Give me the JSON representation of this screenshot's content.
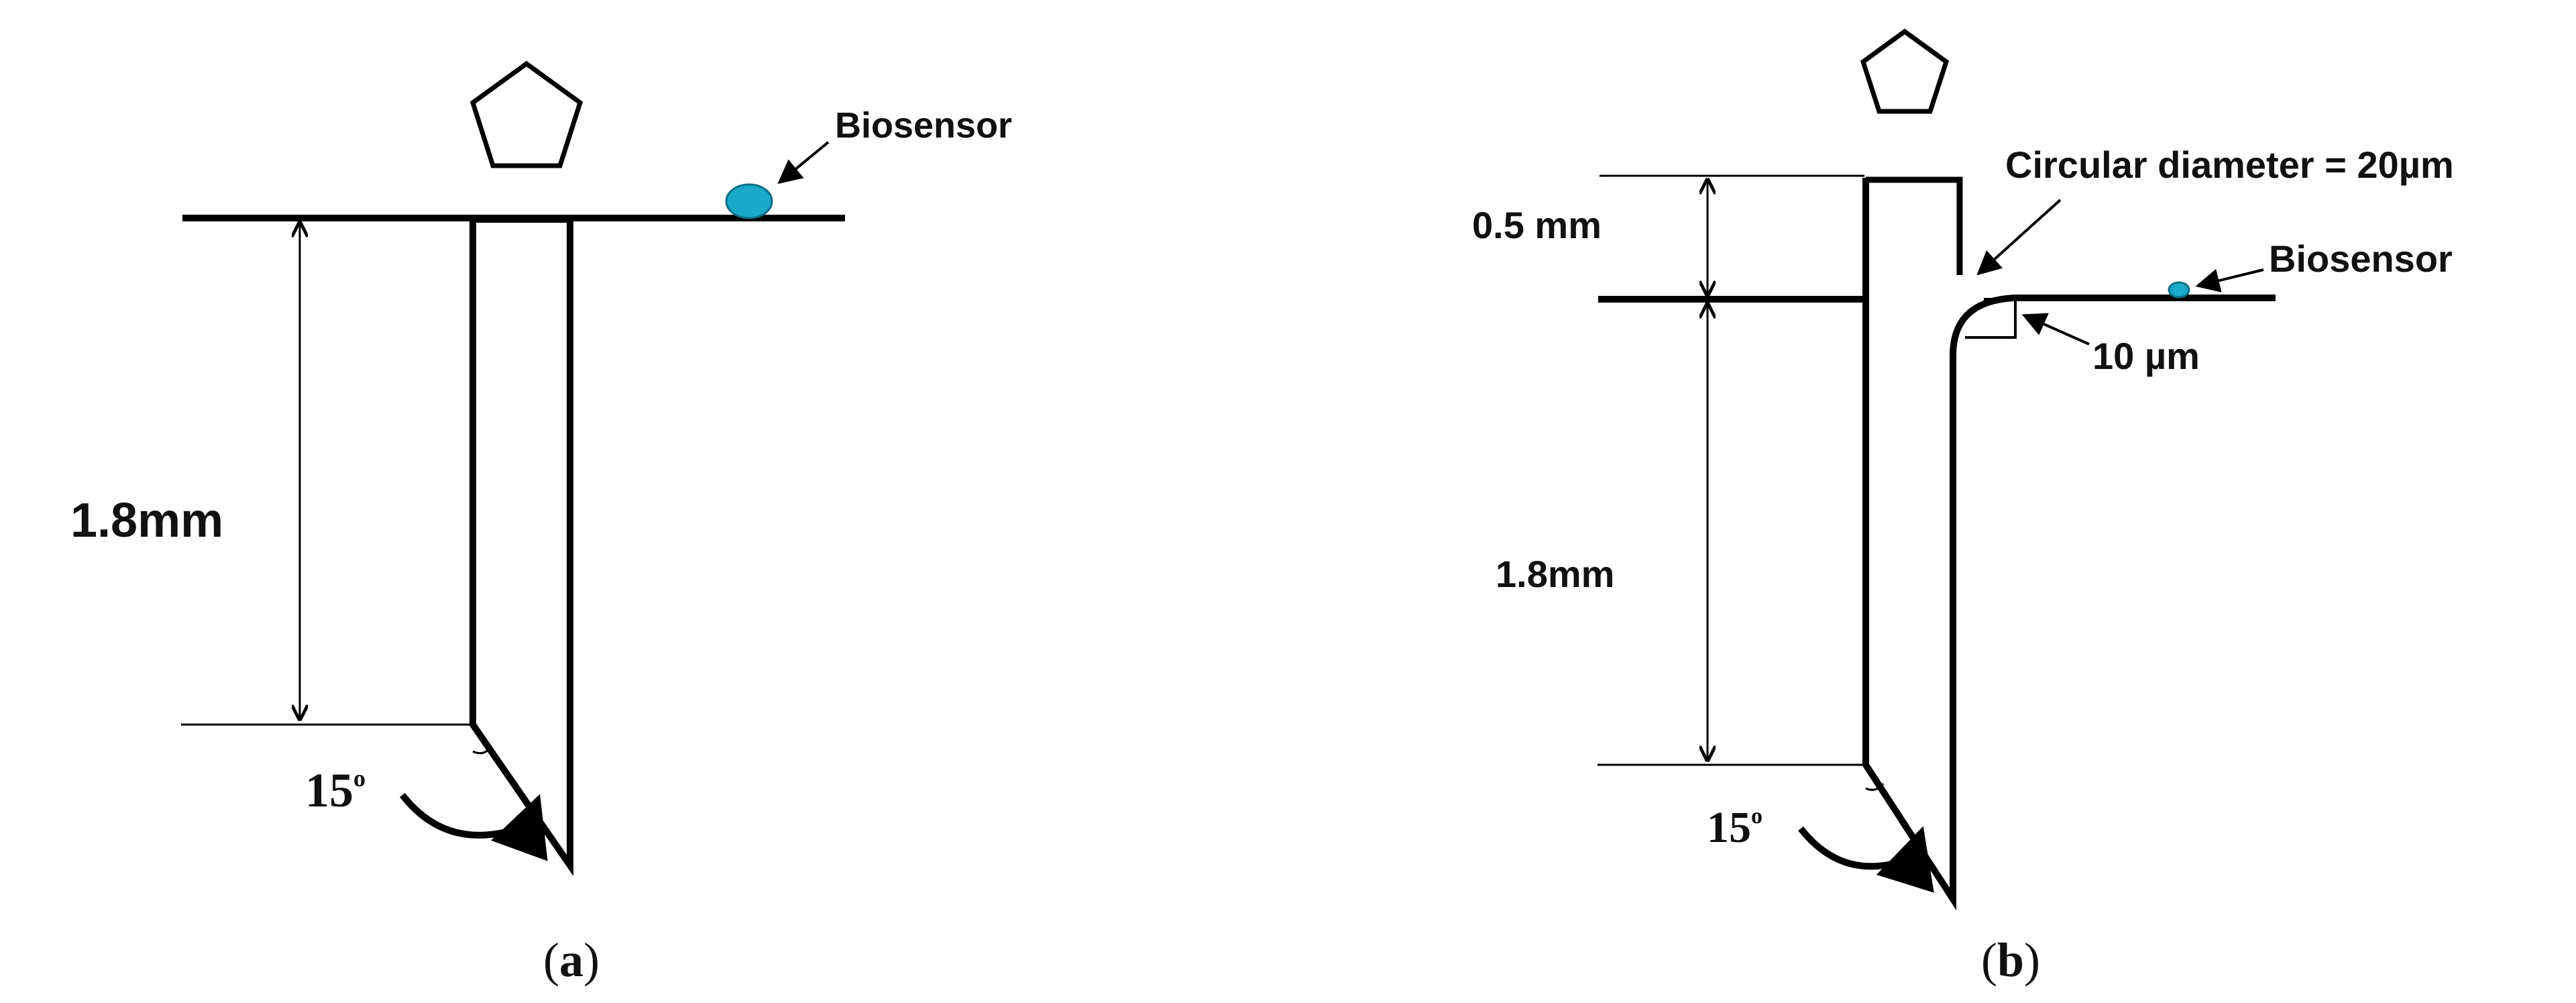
{
  "panel_a": {
    "label_open": "(",
    "label_letter": "a",
    "label_close": ")",
    "depth_label": "1.8mm",
    "angle_label": "15",
    "angle_unit": "o",
    "biosensor_label": "Biosensor"
  },
  "panel_b": {
    "label_open": "(",
    "label_letter": "b",
    "label_close": ")",
    "top_gap_label": "0.5 mm",
    "depth_label": "1.8mm",
    "angle_label": "15",
    "angle_unit": "o",
    "diameter_label": "Circular diameter = 20µm",
    "radius_label": "10 µm",
    "biosensor_label": "Biosensor"
  },
  "colors": {
    "line": "#000000",
    "biosensor_fill": "#1aa9c8",
    "biosensor_stroke": "#0b6f86"
  }
}
